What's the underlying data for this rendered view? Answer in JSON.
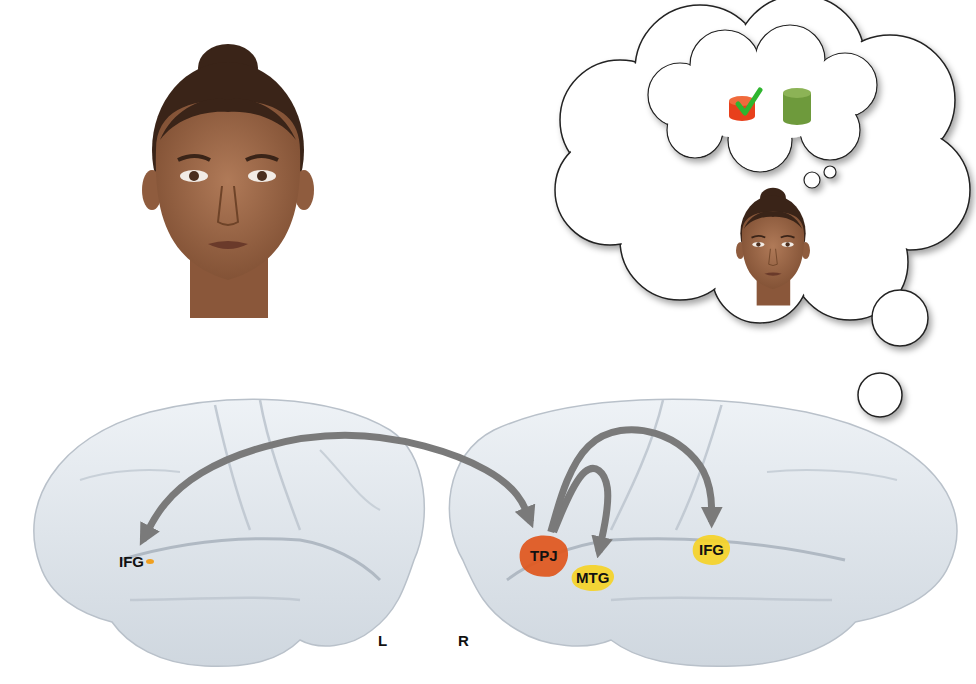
{
  "diagram": {
    "nodes": [
      {
        "text": [
          "IFG"
        ]
      },
      {
        "text": [
          "TPJ"
        ]
      },
      {
        "text": [
          "MTG"
        ]
      },
      {
        "text": [
          "IFG"
        ]
      }
    ],
    "edges": [
      {
        "from": 0,
        "to": 1,
        "arrow": "both"
      },
      {
        "from": 1,
        "to": 2,
        "arrow": "to"
      },
      {
        "from": 1,
        "to": 3,
        "arrow": "to"
      }
    ],
    "labels": [
      "L",
      "R"
    ]
  }
}
